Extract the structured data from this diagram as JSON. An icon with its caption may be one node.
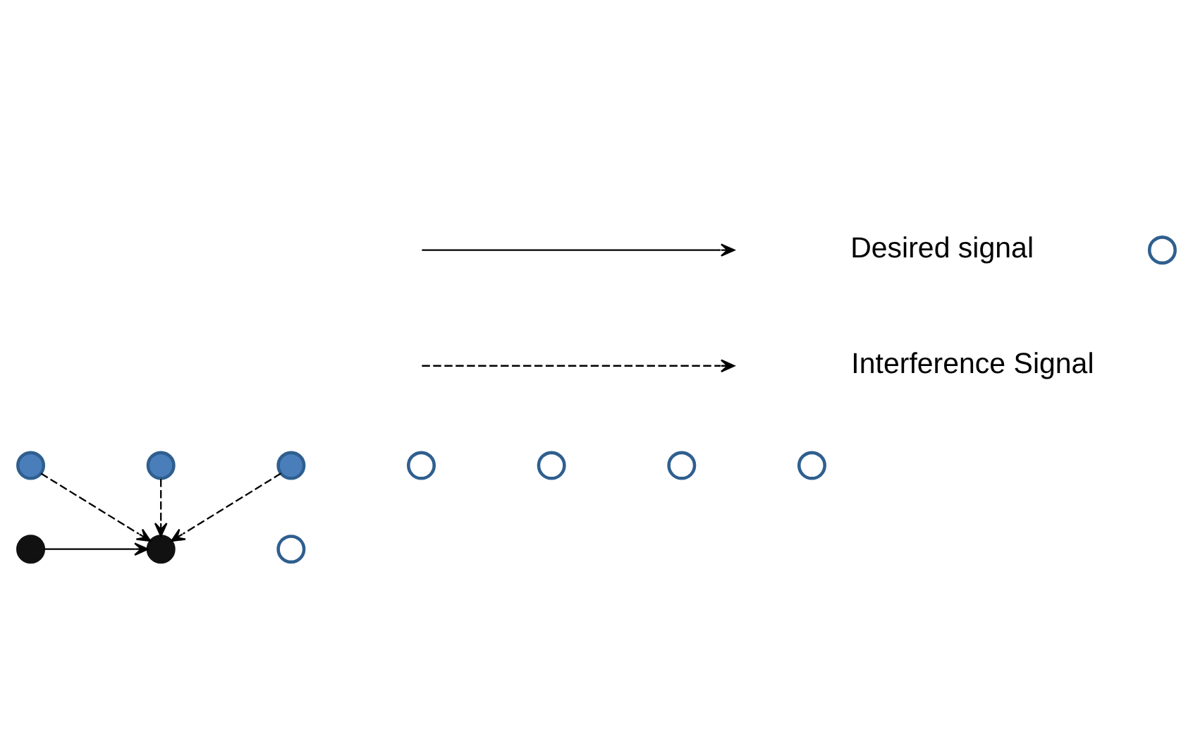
{
  "diagram": {
    "nodes": [
      {
        "text": [],
        "shape": "circle"
      },
      {
        "text": [],
        "shape": "circle"
      },
      {
        "text": [],
        "shape": "circle"
      },
      {
        "text": [],
        "shape": "circle"
      },
      {
        "text": [],
        "shape": "circle"
      },
      {
        "text": [],
        "shape": "circle"
      },
      {
        "text": [],
        "shape": "circle"
      },
      {
        "text": [],
        "shape": "circle"
      },
      {
        "text": [],
        "shape": "circle"
      },
      {
        "text": [],
        "shape": "circle"
      },
      {
        "text": [],
        "shape": "circle"
      }
    ],
    "edges": [
      {
        "from": 5,
        "to": 6,
        "arrow": "to"
      },
      {
        "from": 0,
        "to": 6,
        "arrow": "to",
        "style": "dashed"
      },
      {
        "from": 3,
        "to": 6,
        "arrow": "to",
        "style": "dashed"
      },
      {
        "from": 10,
        "to": 6,
        "arrow": "to",
        "style": "dashed"
      }
    ],
    "legend": [
      {
        "text": "Desired signal"
      },
      {
        "text": "Interference Signal"
      }
    ]
  }
}
